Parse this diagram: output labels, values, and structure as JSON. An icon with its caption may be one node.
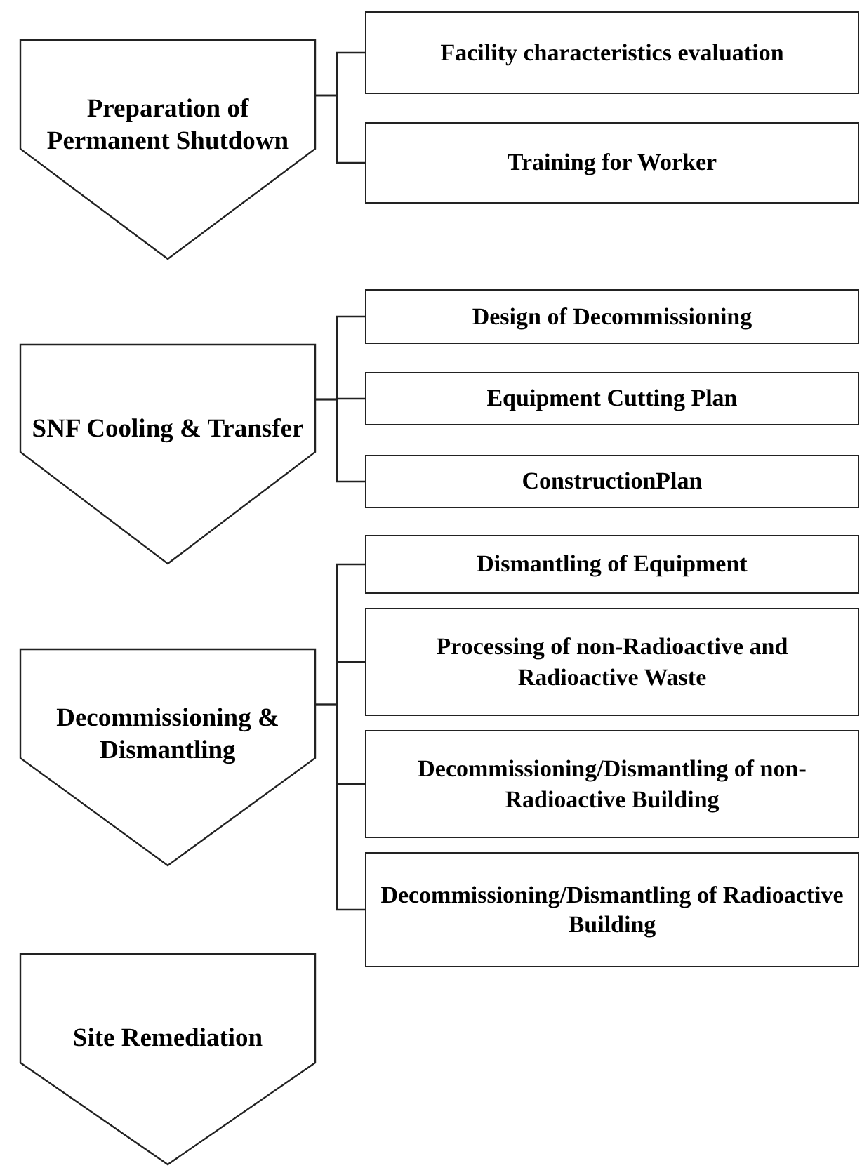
{
  "diagram": {
    "nodes": [
      {
        "text": [
          "Preparation of Permanent Shutdown"
        ]
      },
      {
        "text": [
          "Facility characteristics evaluation"
        ]
      },
      {
        "text": [
          "Training for Worker"
        ]
      },
      {
        "text": [
          "SNF Cooling & Transfer"
        ]
      },
      {
        "text": [
          "Design of Decommissioning"
        ]
      },
      {
        "text": [
          "Equipment Cutting Plan"
        ]
      },
      {
        "text": [
          "ConstructionPlan"
        ]
      },
      {
        "text": [
          "Decommissioning & Dismantling"
        ]
      },
      {
        "text": [
          "Dismantling of Equipment"
        ]
      },
      {
        "text": [
          "Processing of non-Radioactive and Radioactive Waste"
        ]
      },
      {
        "text": [
          "Decommissioning/Dismantling of non-Radioactive Building"
        ]
      },
      {
        "text": [
          "Decommissioning/Dismantling of Radioactive Building"
        ]
      },
      {
        "text": [
          "Site Remediation"
        ]
      }
    ],
    "edges": [
      {
        "from": 0,
        "to": 1,
        "arrow": "none"
      },
      {
        "from": 0,
        "to": 2,
        "arrow": "none"
      },
      {
        "from": 3,
        "to": 4,
        "arrow": "none"
      },
      {
        "from": 3,
        "to": 5,
        "arrow": "none"
      },
      {
        "from": 3,
        "to": 6,
        "arrow": "none"
      },
      {
        "from": 7,
        "to": 8,
        "arrow": "none"
      },
      {
        "from": 7,
        "to": 9,
        "arrow": "none"
      },
      {
        "from": 7,
        "to": 10,
        "arrow": "none"
      },
      {
        "from": 7,
        "to": 11,
        "arrow": "none"
      }
    ]
  }
}
